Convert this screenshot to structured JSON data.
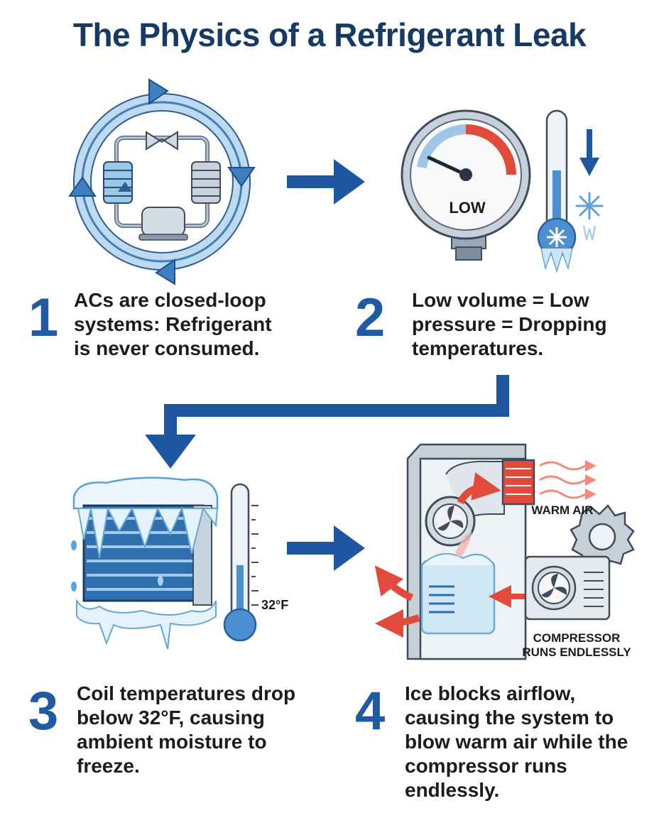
{
  "title": "The Physics of a Refrigerant Leak",
  "steps": [
    {
      "number": "1",
      "text": "ACs are closed-loop systems: Refrigerant is never consumed."
    },
    {
      "number": "2",
      "text": "Low volume = Low pressure = Dropping temperatures."
    },
    {
      "number": "3",
      "text": "Coil temperatures drop below 32°F, causing ambient moisture to freeze."
    },
    {
      "number": "4",
      "text": "Ice blocks airflow, causing the system to blow warm air while the compressor runs endlessly."
    }
  ],
  "labels": {
    "gauge": "LOW",
    "thermometer": "32°F",
    "warm_air": "WARM AIR",
    "compressor_line1": "COMPRESSOR",
    "compressor_line2": "RUNS ENDLESSLY"
  },
  "colors": {
    "title": "#163a63",
    "accent_blue": "#1f5aa3",
    "arrow_blue": "#1e56a0",
    "warm_red": "#e24b3b",
    "ice": "#d6ecf8"
  }
}
